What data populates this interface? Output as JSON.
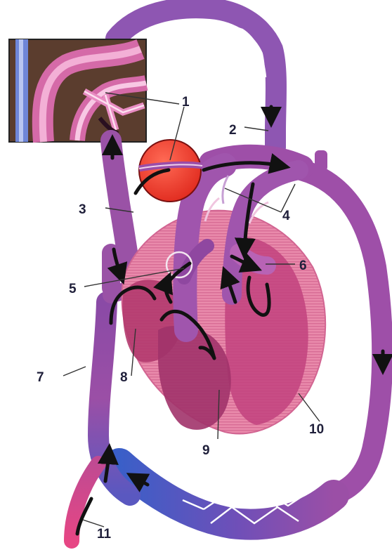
{
  "labels": [
    "1",
    "2",
    "3",
    "4",
    "5",
    "6",
    "7",
    "8",
    "9",
    "10",
    "11"
  ],
  "colors": {
    "vessel_purple": "#9b4fa6",
    "vein_blue": "#3a5fc8",
    "artery_pink": "#e0407a",
    "heart_pink": "#e87fa6",
    "heart_dark": "#a8346e",
    "circle_red": "#ee3b2b",
    "arrow_black": "#111111",
    "label_text": "#1f1f3a"
  }
}
